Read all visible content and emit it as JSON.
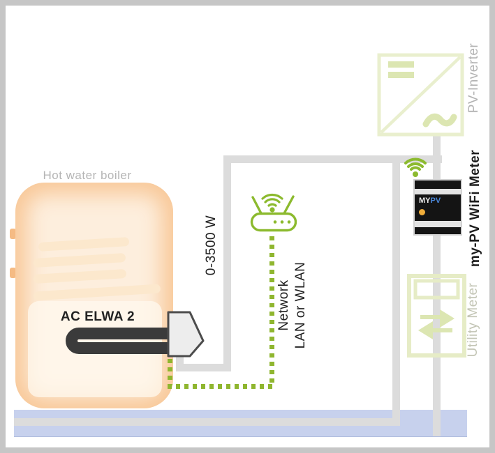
{
  "labels": {
    "hot_water_boiler": "Hot water boiler",
    "ac_elwa_2": "AC ELWA 2",
    "power_range": "0-3500 W",
    "network_line1": "Network",
    "network_line2": "LAN or WLAN",
    "pv_inverter": "PV-Inverter",
    "wifi_meter": "my-PV WiFi Meter",
    "utility_meter": "Utility Meter"
  },
  "meter_device": {
    "logo_my": "MY",
    "logo_pv": "PV"
  },
  "icons": {
    "wifi_icon": "green wifi arcs with dot",
    "router_icon": "green router with two antennas and three dots",
    "pv_inverter_icon": "pale green square, diagonal, DC bars and AC tilde",
    "utility_meter_icon": "pale green meter box with bidirectional arrows",
    "heating_element_icon": "black U-shaped immersion heater",
    "arrow_connector_icon": "gray pentagon arrow pointing right"
  },
  "colors": {
    "accent_green": "#8cba2e",
    "pale_green": "#e9efce",
    "pale_green_symbol": "#dce6b2",
    "line_gray": "#dcdcdc",
    "mains_blue": "#c7d1ed",
    "boiler_peach": "#f8c898",
    "logo_blue": "#4a86d8",
    "led_orange": "#f0ad3a",
    "element_black": "#3b3b3b"
  }
}
